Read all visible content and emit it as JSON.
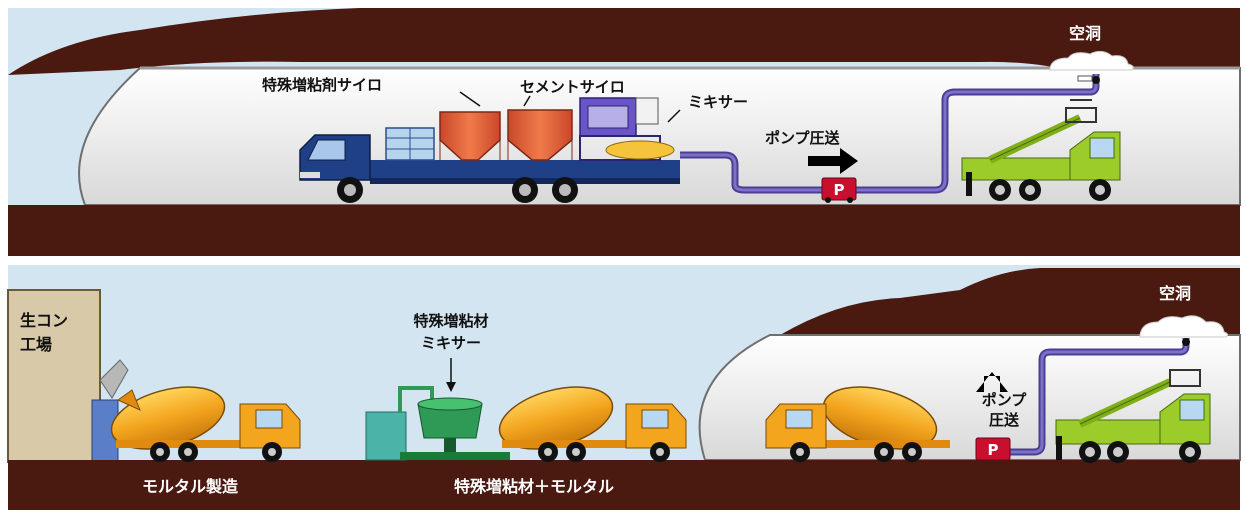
{
  "top_panel": {
    "cavity_label": "空洞",
    "silo_thickener_label": "特殊増粘剤サイロ",
    "silo_cement_label": "セメントサイロ",
    "mixer_label": "ミキサー",
    "pump_label": "ポンプ圧送",
    "pump_badge": "P"
  },
  "bottom_panel": {
    "plant_label_line1": "生コン",
    "plant_label_line2": "工場",
    "thickener_mixer_line1": "特殊増粘材",
    "thickener_mixer_line2": "ミキサー",
    "cavity_label": "空洞",
    "pump_line1": "ポンプ",
    "pump_line2": "圧送",
    "pump_badge": "P",
    "caption_left": "モルタル製造",
    "caption_center": "特殊増粘材＋モルタル"
  },
  "colors": {
    "sky": "#d4e5f2",
    "ground": "#4a1a10",
    "tunnel": "#ededed",
    "pipe": "#5b4fa8",
    "silo": "#e86a3c",
    "truck_blue": "#1f3f86",
    "mixer_drum": "#f3a51e",
    "boom_green": "#9ccc2a",
    "pump_red": "#c8102e"
  }
}
